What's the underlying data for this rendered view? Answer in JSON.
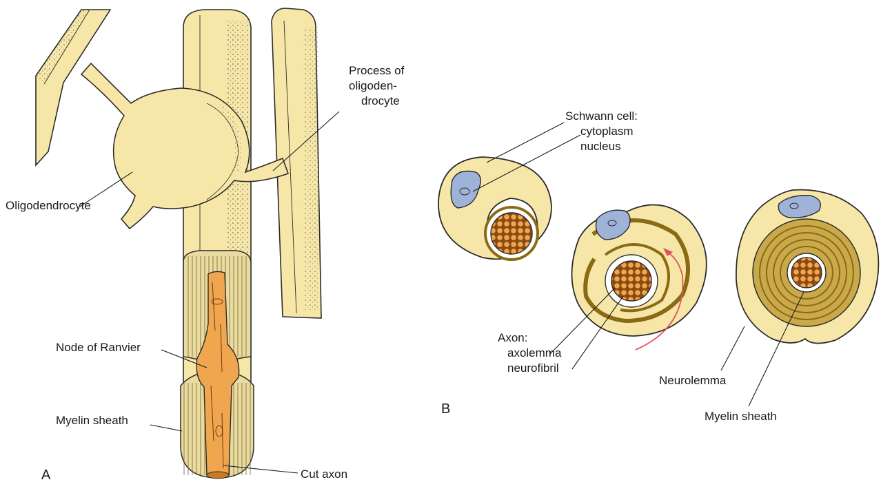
{
  "panels": {
    "a": "A",
    "b": "B"
  },
  "labels": {
    "oligodendrocyte": "Oligodendrocyte",
    "process_line1": "Process of",
    "process_line2": "oligoden-",
    "process_line3": "drocyte",
    "node_of_ranvier": "Node of Ranvier",
    "myelin_sheath_a": "Myelin sheath",
    "cut_axon": "Cut axon",
    "schwann_line1": "Schwann cell:",
    "schwann_line2": "cytoplasm",
    "schwann_line3": "nucleus",
    "axon_line1": "Axon:",
    "axon_line2": "axolemma",
    "axon_line3": "neurofibril",
    "neurolemma": "Neurolemma",
    "myelin_sheath_b": "Myelin sheath"
  },
  "colors": {
    "cytoplasm": "#f6e7a9",
    "myelin": "#c9a94a",
    "myelin_dark": "#8a6a12",
    "axon": "#f0a64f",
    "nucleus": "#9fb3d9",
    "arrow": "#e0505a",
    "outline": "#2b2b2b"
  }
}
